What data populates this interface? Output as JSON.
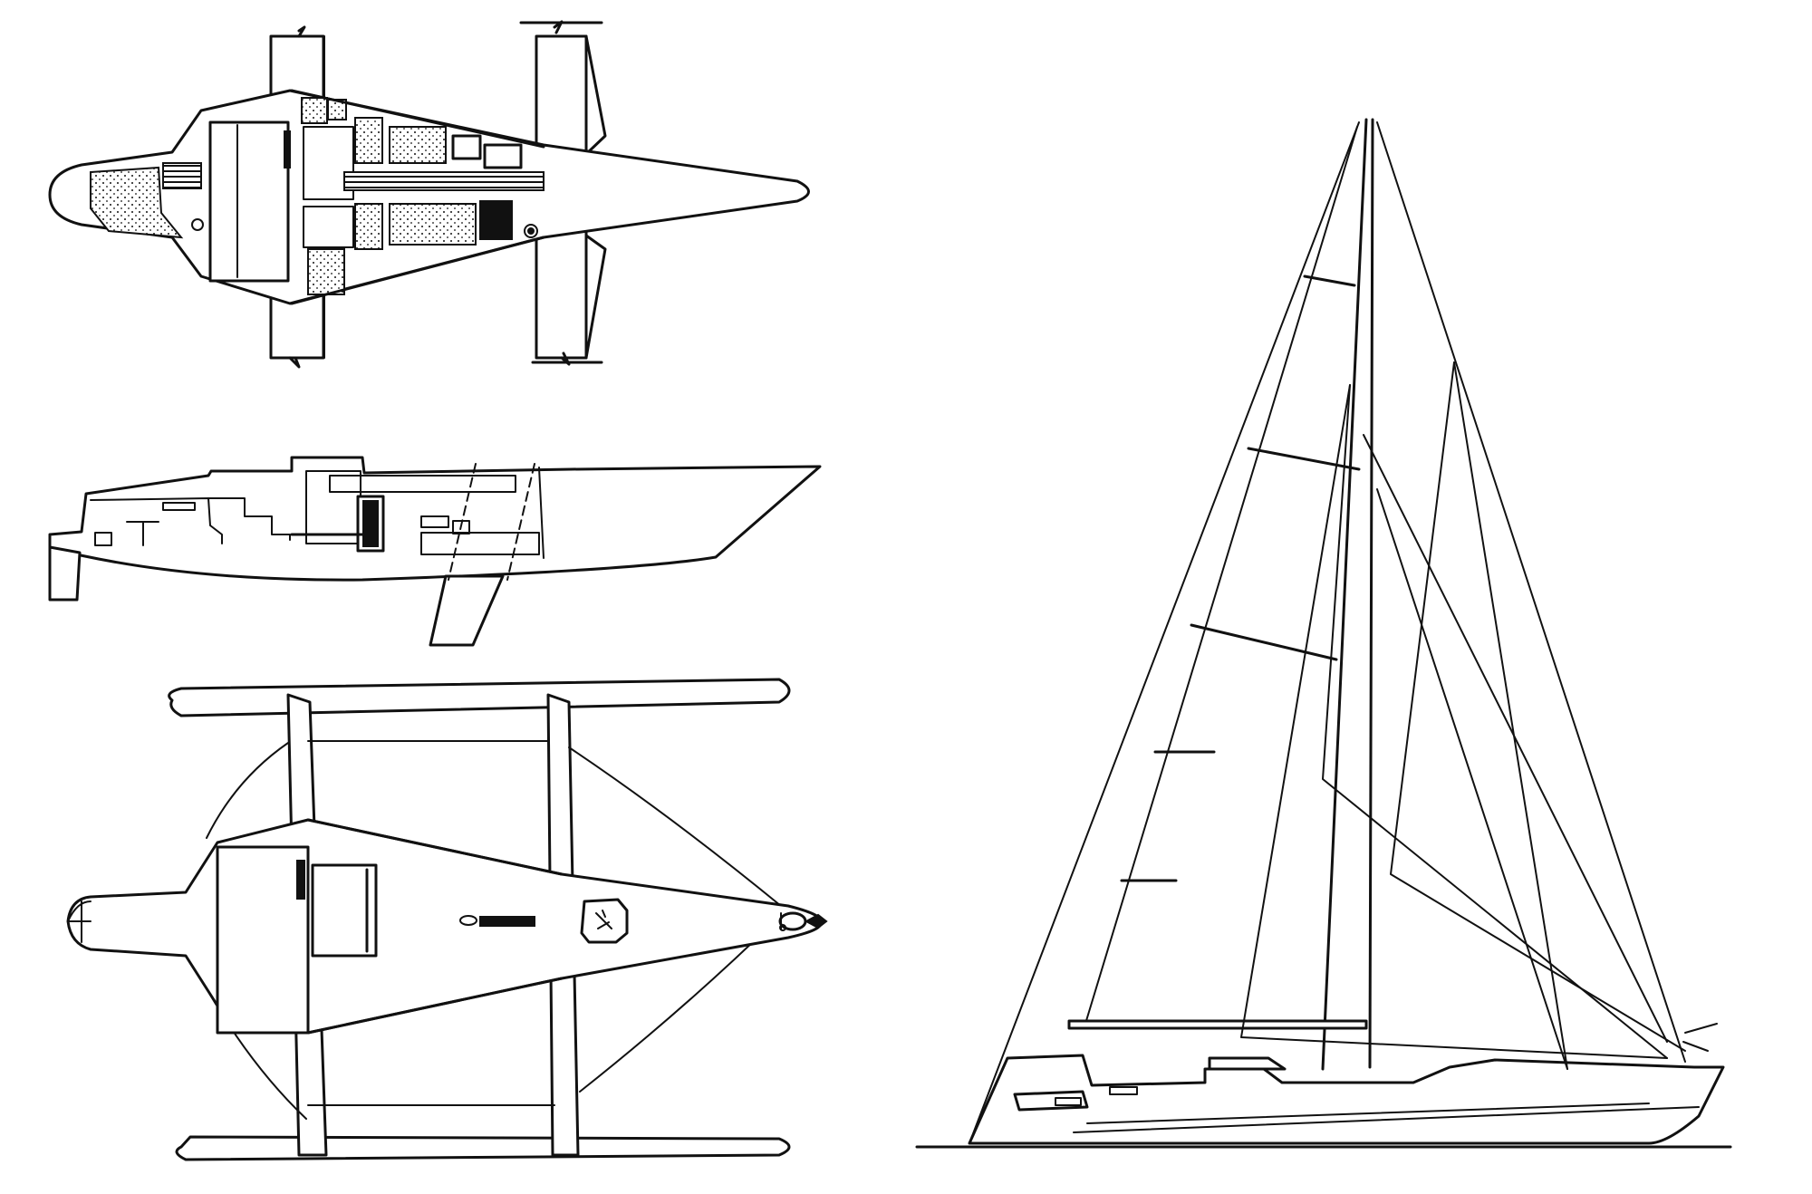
{
  "drawing": {
    "views": [
      {
        "id": "interior-plan",
        "label": ""
      },
      {
        "id": "profile-section",
        "label": ""
      },
      {
        "id": "deck-plan",
        "label": ""
      },
      {
        "id": "sail-plan",
        "label": ""
      }
    ],
    "colors": {
      "ink": "#111111",
      "paper": "#ffffff"
    }
  }
}
